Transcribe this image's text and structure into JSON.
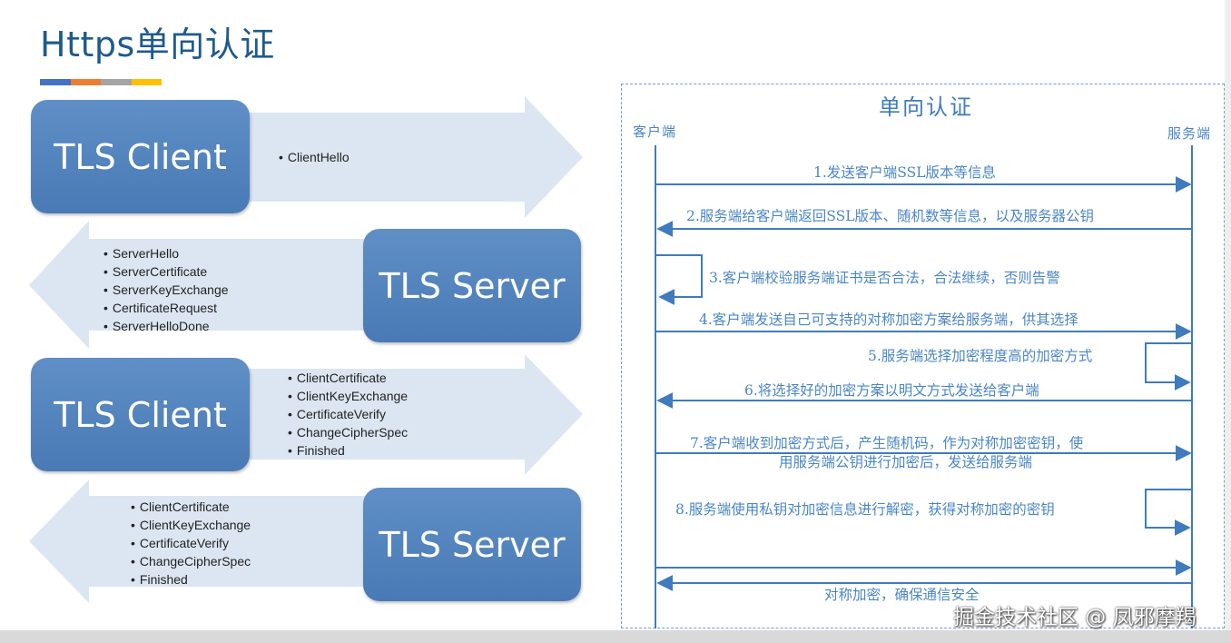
{
  "title": "Https单向认证",
  "title_bar_colors": [
    "#4472c4",
    "#ed7d31",
    "#a5a5a5",
    "#ffc000"
  ],
  "colors": {
    "box": "#4f81bd",
    "arrow": "#dce6f2",
    "title": "#1f5a8e",
    "diagram": "#4a86c6"
  },
  "left": {
    "row1": {
      "box": "TLS Client",
      "items": [
        "ClientHello"
      ]
    },
    "row2": {
      "box": "TLS Server",
      "items": [
        "ServerHello",
        "ServerCertificate",
        "ServerKeyExchange",
        "CertificateRequest",
        "ServerHelloDone"
      ]
    },
    "row3": {
      "box": "TLS Client",
      "items": [
        "ClientCertificate",
        "ClientKeyExchange",
        "CertificateVerify",
        "ChangeCipherSpec",
        "Finished"
      ]
    },
    "row4": {
      "box": "TLS Server",
      "items": [
        "ClientCertificate",
        "ClientKeyExchange",
        "CertificateVerify",
        "ChangeCipherSpec",
        "Finished"
      ]
    }
  },
  "diagram": {
    "title": "单向认证",
    "client_label": "客户端",
    "server_label": "服务端",
    "messages": {
      "m1": "1.发送客户端SSL版本等信息",
      "m2": "2.服务端给客户端返回SSL版本、随机数等信息，以及服务器公钥",
      "m3": "3.客户端校验服务端证书是否合法，合法继续，否则告警",
      "m4": "4.客户端发送自己可支持的对称加密方案给服务端，供其选择",
      "m5": "5.服务端选择加密程度高的加密方式",
      "m6": "6.将选择好的加密方案以明文方式发送给客户端",
      "m7a": "7.客户端收到加密方式后，产生随机码，作为对称加密密钥，使",
      "m7b": "用服务端公钥进行加密后，发送给服务端",
      "m8": "8.服务端使用私钥对加密信息进行解密，获得对称加密的密钥",
      "m9": "对称加密，确保通信安全"
    }
  },
  "watermark": "掘金技术社区 @ 凤邪摩羯"
}
